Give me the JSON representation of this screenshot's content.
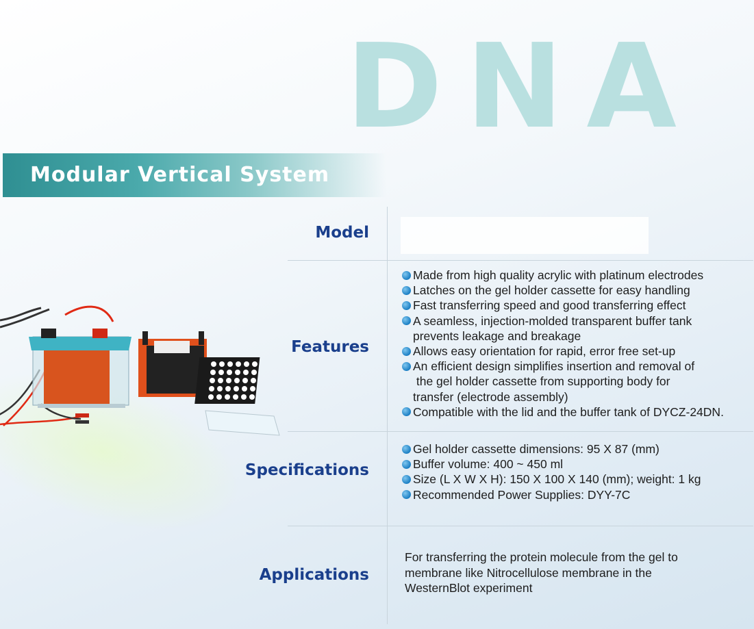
{
  "header": {
    "watermark": "DNA",
    "banner_title": "Modular Vertical System"
  },
  "labels": {
    "model": "Model",
    "features": "Features",
    "specifications": "Specifications",
    "applications": "Applications"
  },
  "features": [
    {
      "line": "Made from high quality acrylic with platinum electrodes",
      "cont": []
    },
    {
      "line": "Latches on the gel holder cassette for easy handling",
      "cont": []
    },
    {
      "line": "Fast transferring speed and good transferring effect",
      "cont": []
    },
    {
      "line": "A seamless, injection-molded transparent buffer tank",
      "cont": [
        "prevents leakage and breakage"
      ]
    },
    {
      "line": "Allows easy orientation for rapid, error free set-up",
      "cont": []
    },
    {
      "line": "An efficient design simplifies insertion and removal of",
      "cont": [
        " the gel holder cassette from supporting body for",
        "transfer (electrode assembly)"
      ]
    },
    {
      "line": "Compatible with the lid and the buffer tank of DYCZ-24DN.",
      "cont": []
    }
  ],
  "specifications": [
    "Gel holder cassette dimensions: 95 X 87 (mm)",
    "Buffer volume: 400 ~ 450 ml",
    "Size (L X W X H): 150 X 100 X 140 (mm); weight: 1 kg",
    "Recommended Power Supplies: DYY-7C"
  ],
  "applications": {
    "lines": [
      "For transferring the protein molecule from the gel to",
      "membrane like Nitrocellulose membrane in the",
      "WesternBlot experiment"
    ]
  },
  "colors": {
    "label_blue": "#1a3f8c",
    "banner_teal": "#3a9a9c",
    "watermark": "#b9e0e0",
    "bullet_blue": "#1b7fc4"
  }
}
